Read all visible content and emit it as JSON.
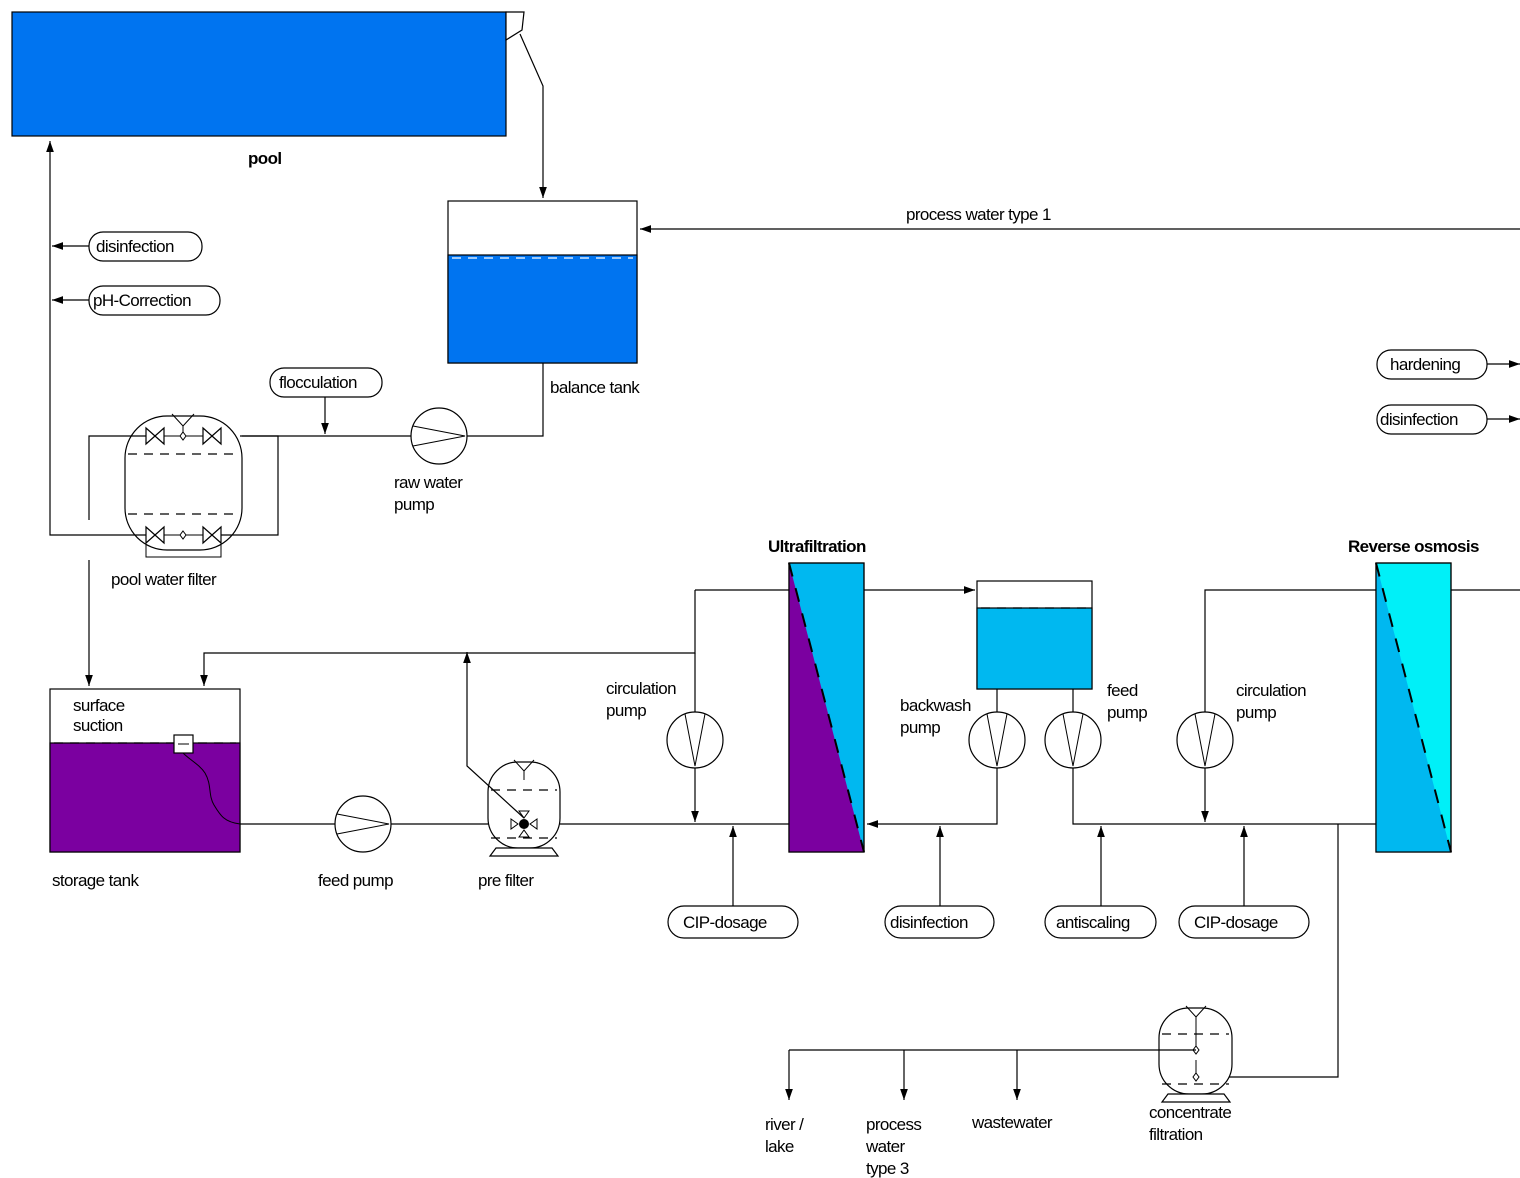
{
  "colors": {
    "water_blue": "#0074f0",
    "purple": "#7b00a0",
    "sky_blue": "#00b8f0",
    "cyan": "#00f0f8"
  },
  "labels": {
    "pool": "pool",
    "balance_tank": "balance tank",
    "process_water_type_1": "process water type 1",
    "raw_water_pump": [
      "raw water",
      "pump"
    ],
    "pool_water_filter": "pool water filter",
    "ultrafiltration": "Ultrafiltration",
    "reverse_osmosis": "Reverse osmosis",
    "surface_suction": [
      "surface",
      "suction"
    ],
    "storage_tank": "storage tank",
    "feed_pump": "feed pump",
    "pre_filter": "pre filter",
    "uf_circulation_pump": [
      "circulation",
      "pump"
    ],
    "backwash_pump": [
      "backwash",
      "pump"
    ],
    "ro_feed_pump": [
      "feed",
      "pump"
    ],
    "ro_circulation_pump": [
      "circulation",
      "pump"
    ],
    "river_lake": [
      "river /",
      "lake"
    ],
    "process_water_type_3": [
      "process",
      "water",
      "type 3"
    ],
    "wastewater": "wastewater",
    "concentrate_filtration": [
      "concentrate",
      "filtration"
    ]
  },
  "dosing": {
    "disinfection_pool": "disinfection",
    "ph_correction": "pH-Correction",
    "flocculation": "flocculation",
    "hardening": "hardening",
    "disinfection_right": "disinfection",
    "cip_dosage_uf": "CIP-dosage",
    "disinfection_uf": "disinfection",
    "antiscaling": "antiscaling",
    "cip_dosage_ro": "CIP-dosage"
  },
  "icons": {
    "pump": "pump-icon",
    "filter": "filter-vessel-icon",
    "valve": "valve-icon"
  }
}
